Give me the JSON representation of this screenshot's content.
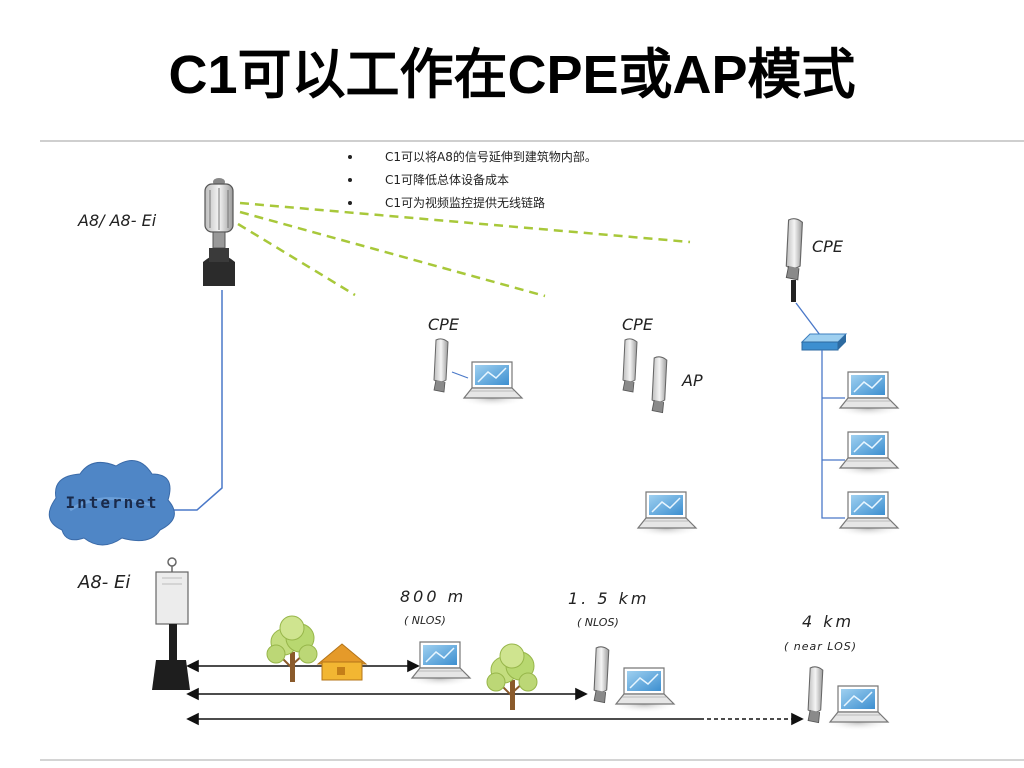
{
  "title": "C1可以工作在CPE或AP模式",
  "bullets": [
    "C1可以将A8的信号延伸到建筑物内部。",
    "C1可降低总体设备成本",
    "C1可为视频监控提供无线链路"
  ],
  "labels": {
    "base_station": "A8/ A8- Ei",
    "cpe_1": "CPE",
    "cpe_2": "CPE",
    "ap": "AP",
    "cpe_3": "CPE",
    "internet": "Internet",
    "base_station_2": "A8- Ei"
  },
  "distances": [
    {
      "value": "800 m",
      "condition": "( NLOS)"
    },
    {
      "value": "1. 5 km",
      "condition": "( NLOS)"
    },
    {
      "value": "4 km",
      "condition": "( near LOS)"
    }
  ],
  "colors": {
    "wireless_link": "#a8c83a",
    "wired_link": "#4a78c8",
    "cloud": "#4f86c6",
    "tree_leaves": "#b8d870",
    "house": "#f2b632"
  }
}
